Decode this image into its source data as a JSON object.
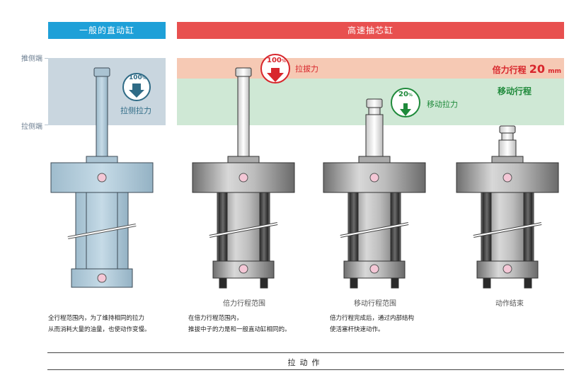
{
  "headers": {
    "general": "一般的直动缸",
    "highspeed": "高速抽芯缸"
  },
  "side_labels": {
    "push_end": "推侧端",
    "pull_end": "拉侧端"
  },
  "badges": {
    "general": {
      "percent": "100",
      "unit": "%",
      "label": "拉侧拉力",
      "color": "#2f6b86"
    },
    "booster": {
      "percent": "100",
      "unit": "%",
      "label": "拉拔力",
      "color": "#d8262c"
    },
    "move": {
      "percent": "20",
      "unit": "%",
      "label": "移动拉力",
      "color": "#1f8a3b"
    }
  },
  "stroke_labels": {
    "booster_prefix": "倍力行程",
    "booster_value": "20",
    "booster_unit": "mm",
    "move": "移动行程"
  },
  "captions": {
    "booster": "倍力行程范围",
    "move": "移动行程范围",
    "end": "动作结束"
  },
  "descriptions": {
    "general_1": "全行程范围内，为了维持相同的拉力",
    "general_2": "从而消耗大量的油量，也使动作变慢。",
    "booster_1": "在倍力行程范围内，",
    "booster_2": "推拔中子的力是和一般直动缸相同的。",
    "move_1": "倍力行程完成后，通过内部结构",
    "move_2": "使活塞杆快速动作。"
  },
  "footer": "拉动作",
  "colors": {
    "general_header": "#1ea0d8",
    "highspeed_header": "#e8504f",
    "general_band": "#c9d6df",
    "booster_band": "#f6c9b4",
    "move_band": "#cfe8d5",
    "booster_text": "#d8262c",
    "move_text": "#1f8a3b"
  }
}
